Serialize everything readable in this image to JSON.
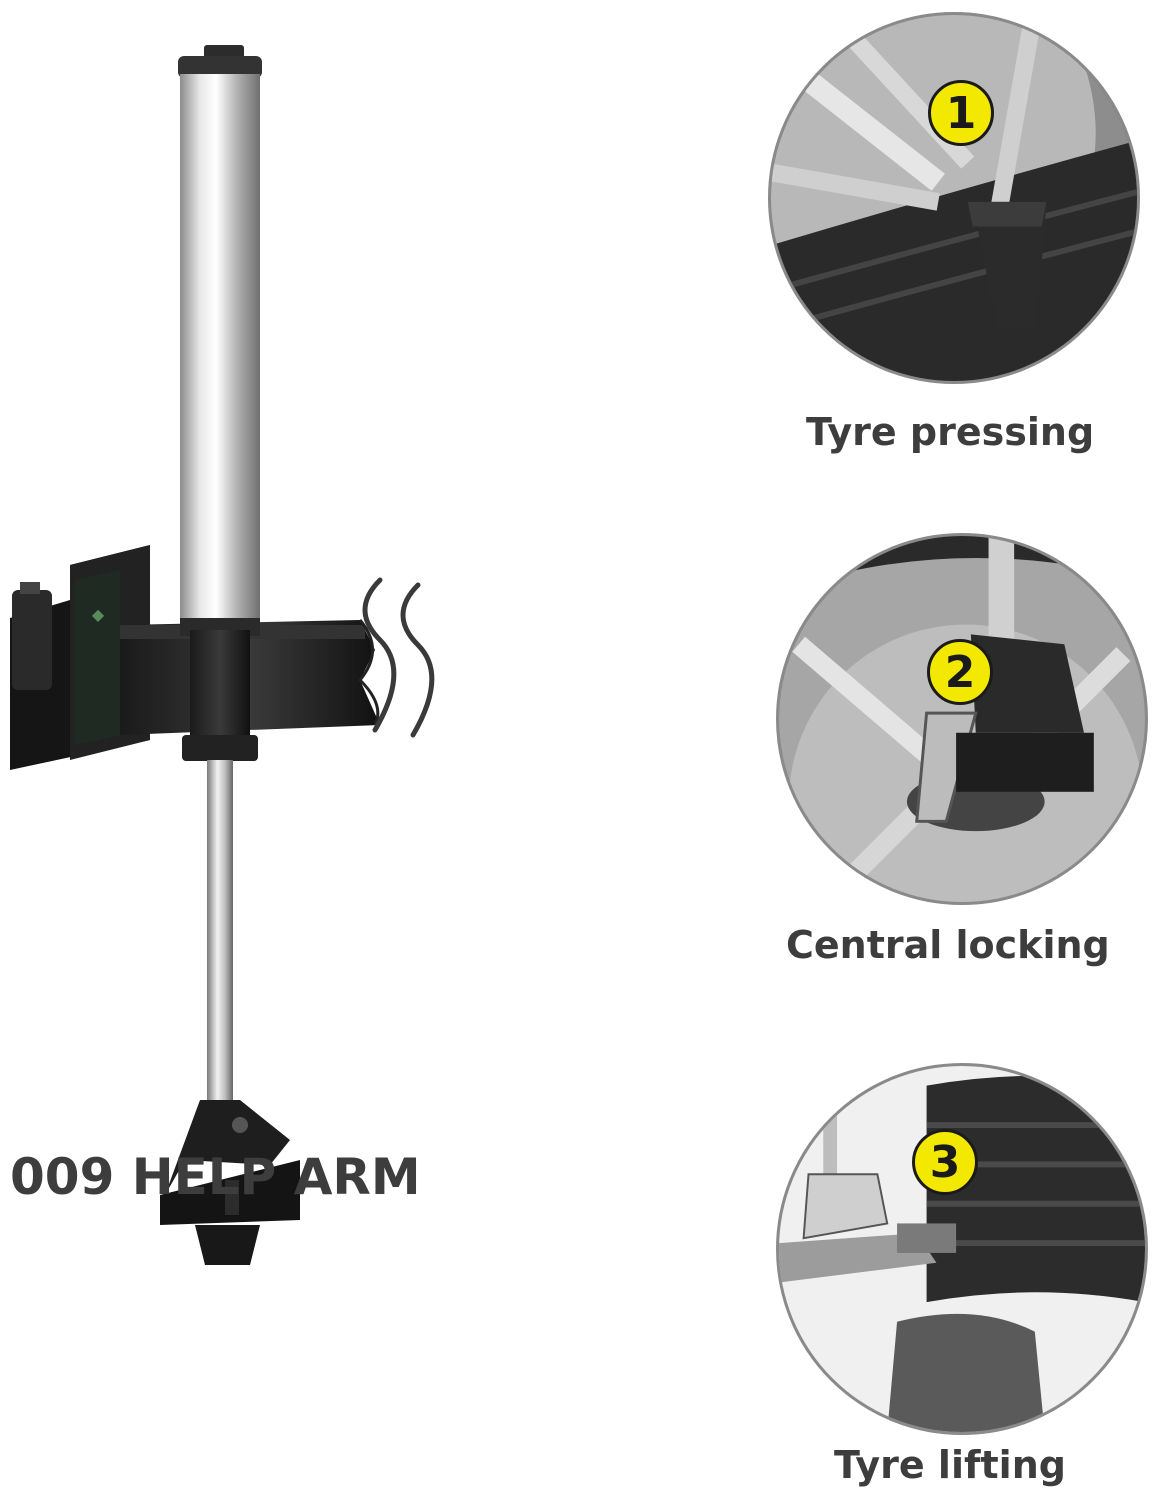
{
  "product": {
    "title": "009 HELP ARM"
  },
  "features": [
    {
      "number": "1",
      "label": "Tyre pressing"
    },
    {
      "number": "2",
      "label": "Central locking"
    },
    {
      "number": "3",
      "label": "Tyre lifting"
    }
  ],
  "colors": {
    "badge": "#f3e800",
    "text": "#3d3d3d",
    "circle_border": "#8a8a8a"
  }
}
